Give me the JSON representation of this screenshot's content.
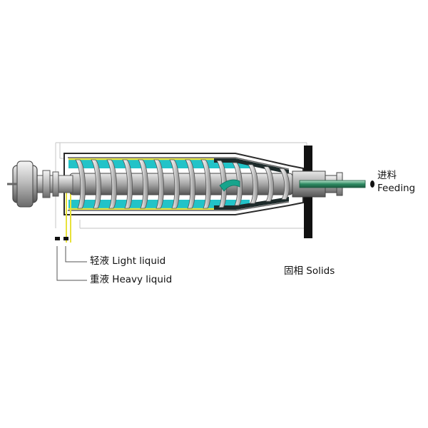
{
  "labels": {
    "feeding_zh": "进料",
    "feeding_en": "Feeding",
    "light_liquid": "轻液 Light liquid",
    "heavy_liquid": "重液 Heavy liquid",
    "solids": "固相 Solids"
  },
  "colors": {
    "background": "#ffffff",
    "frame_line": "#cfcfcf",
    "bowl_outline": "#2a2a2a",
    "bowl_wall": "#5f5f5f",
    "screw_light": "#ededed",
    "screw_mid": "#b9b9b9",
    "screw_dark": "#6e6e6e",
    "liquid_cyan": "#22c3c8",
    "liquid_teal": "#17a48c",
    "heavy_liquid_yellow": "#e8e23a",
    "solids_dark": "#1d2a2a",
    "feed_pipe_green": "#2e8b62",
    "shaft_grey": "#8c8c8c",
    "wall_black": "#111111"
  },
  "icons": {
    "feed_nozzle": "feed-nozzle-icon",
    "outlet_marker": "outlet-arrow-icon"
  }
}
